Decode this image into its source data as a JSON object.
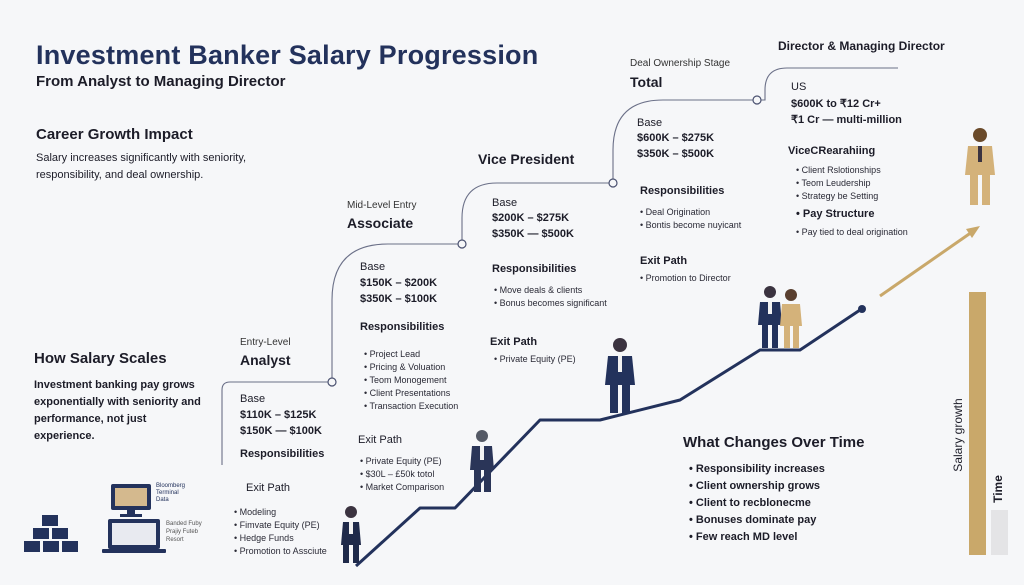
{
  "header": {
    "title": "Investment Banker Salary Progression",
    "subtitle": "From Analyst to Managing Director"
  },
  "career_growth": {
    "heading": "Career Growth Impact",
    "text": "Salary increases significantly with seniority, responsibility, and deal ownership."
  },
  "salary_scales": {
    "heading": "How Salary Scales",
    "text": "Investment banking pay grows exponentially with seniority and performance, not just experience."
  },
  "analyst": {
    "level": "Entry-Level",
    "name": "Analyst",
    "base_label": "Base",
    "pay": [
      "$110K – $125K",
      "$150K — $100K"
    ],
    "responsibilities_label": "Responsibilities",
    "exit_label": "Exit Path",
    "exit_items": [
      "Modeling",
      "Fimvate Equity (PE)",
      "Hedge Funds",
      "Promotion to Assciute"
    ]
  },
  "associate": {
    "level": "Mid-Level Entry",
    "name": "Associate",
    "base_label": "Base",
    "pay": [
      "$150K – $200K",
      "$350K – $100K"
    ],
    "responsibilities_label": "Responsibilities",
    "responsibilities": [
      "Project Lead",
      "Pricing & Voluation",
      "Teom Monogement",
      "Client Presentations",
      "Transaction Execution"
    ],
    "exit_label": "Exit Path",
    "exit_items": [
      "Private Equity (PE)",
      "$30L – £50k totol",
      "Market Comparison"
    ]
  },
  "vp": {
    "name": "Vice President",
    "base_label": "Base",
    "pay": [
      "$200K – $275K",
      "$350K — $500K"
    ],
    "responsibilities_label": "Responsibilities",
    "responsibilities": [
      "Move deals & clients",
      "Bonus becomes significant"
    ],
    "exit_label": "Exit Path",
    "exit_items": [
      "Private Equity (PE)"
    ]
  },
  "total": {
    "level": "Deal Ownership Stage",
    "name": "Total",
    "base_label": "Base",
    "pay": [
      "$600K – $275K",
      "$350K – $500K"
    ],
    "responsibilities_label": "Responsibilities",
    "responsibilities": [
      "Deal Origination",
      "Bontis become nuyicant"
    ],
    "exit_label": "Exit Path",
    "exit_items": [
      "Promotion to Director"
    ]
  },
  "md": {
    "name": "Director & Managing Director",
    "region": "US",
    "pay": [
      "$600K to ₹12 Cr+",
      "₹1 Cr — multi-million"
    ],
    "vice_label": "ViceCRearahiing",
    "vice_items": [
      "Client Rslotionships",
      "Teom Leudership",
      "Strategy be Setting"
    ],
    "pay_structure_label": "Pay Structure",
    "pay_structure_items": [
      "Pay tied to deal origination"
    ]
  },
  "changes": {
    "heading": "What Changes Over Time",
    "items": [
      "Responsibility increases",
      "Client ownership grows",
      "Client to recblonecme",
      "Bonuses dominate pay",
      "Few reach MD level"
    ]
  },
  "axis": {
    "y_label": "Salary growth",
    "x_label": "Time"
  },
  "device_text": {
    "monitor_lines": [
      "Bloomberg",
      "Terminal",
      "Data"
    ],
    "laptop_lines": [
      "Banded Fuby",
      "Prajiy Futeb",
      "Resort"
    ]
  },
  "colors": {
    "navy": "#23325c",
    "gold": "#c9a86a",
    "bg": "#f6f7f9"
  }
}
